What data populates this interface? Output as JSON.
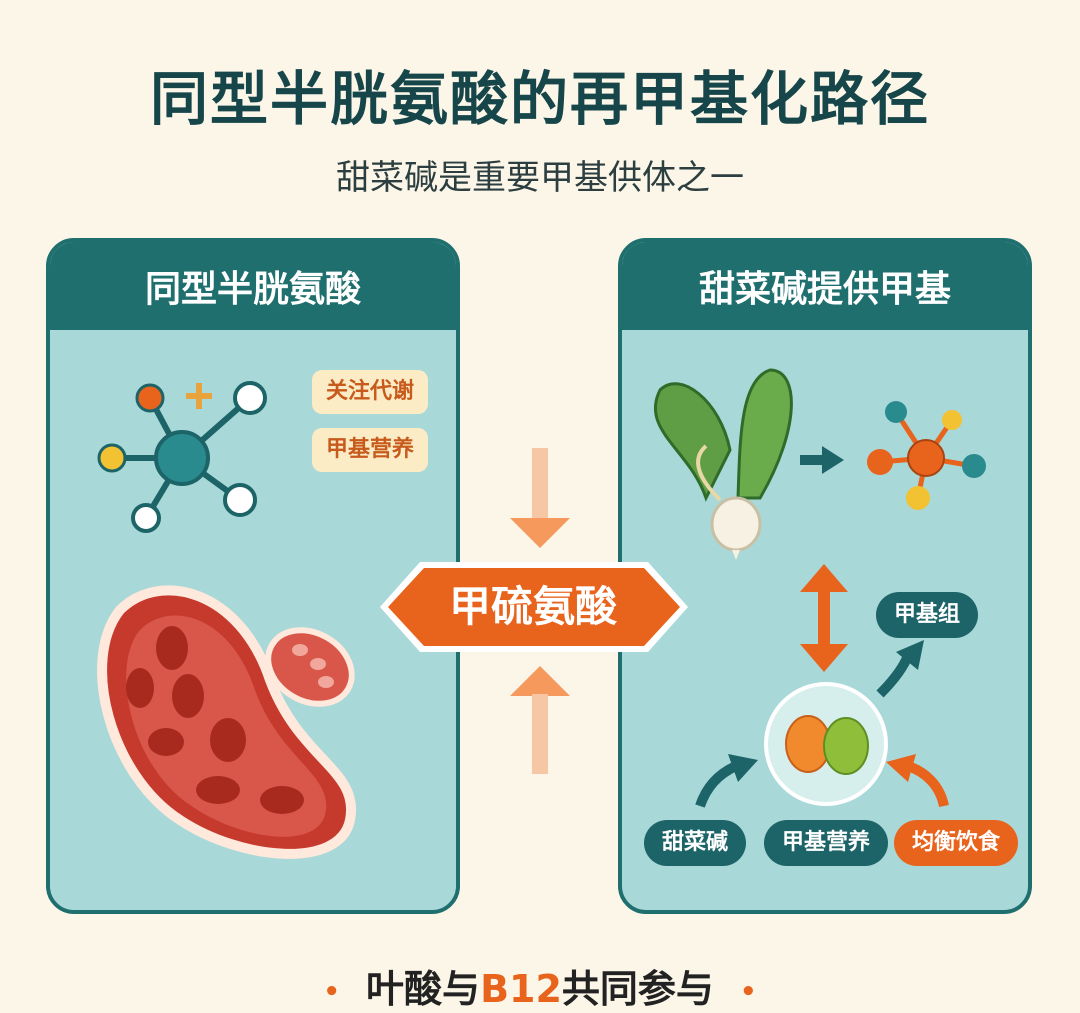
{
  "title": "同型半胱氨酸的再甲基化路径",
  "subtitle": "甜菜碱是重要甲基供体之一",
  "left_panel": {
    "header": "同型半胱氨酸",
    "tags": [
      "关注代谢",
      "甲基营养"
    ]
  },
  "center": {
    "label": "甲硫氨酸"
  },
  "right_panel": {
    "header": "甜菜碱提供甲基",
    "methyl_group_label": "甲基组",
    "bottom_pills": [
      "甜菜碱",
      "甲基营养",
      "均衡饮食"
    ]
  },
  "footer": {
    "prefix": "叶酸与",
    "highlight": "B12",
    "suffix": "共同参与"
  },
  "colors": {
    "background": "#fbf6e8",
    "teal_dark": "#1f6f6f",
    "panel_fill": "#a9d8d8",
    "accent_orange": "#e8631c",
    "tag_fill": "#fbecc6"
  },
  "icons": [
    "molecule-icon",
    "plus-icon",
    "red-blood-cell-icon",
    "beet-icon",
    "arrow-icon",
    "egg-icon"
  ]
}
